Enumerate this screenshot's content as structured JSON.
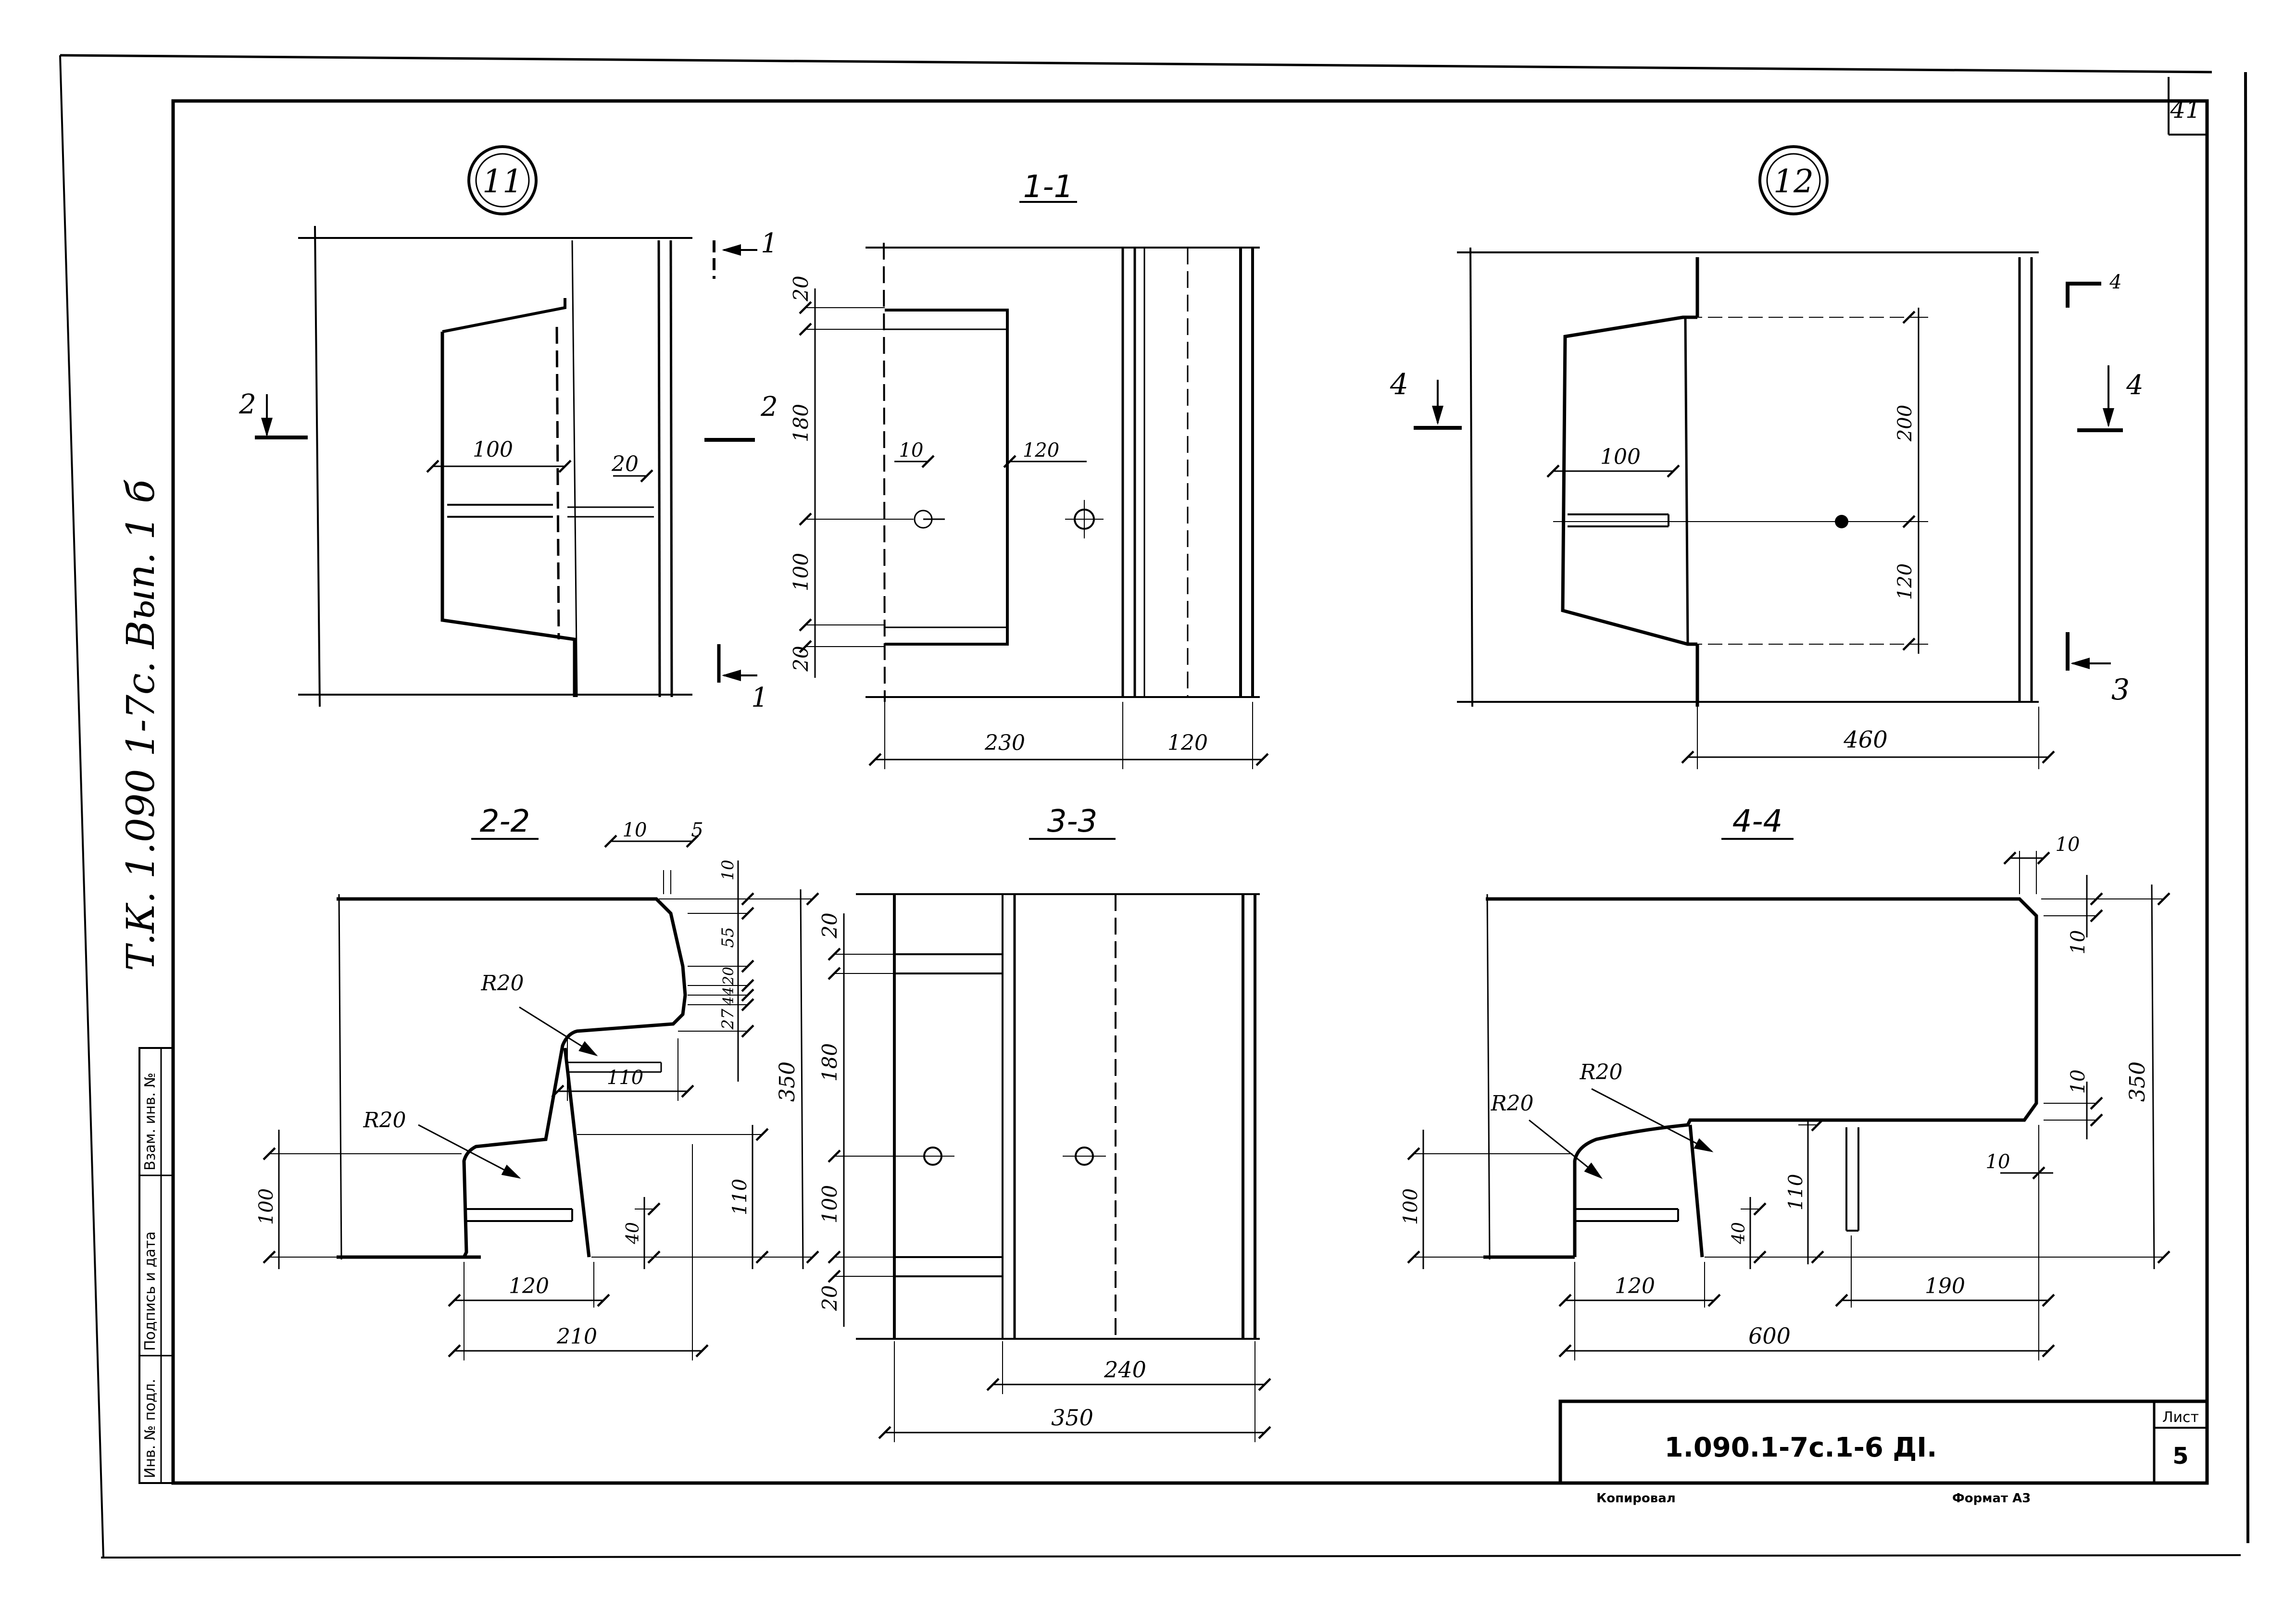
{
  "sheet": {
    "corner_number": "41",
    "side_code": "Т.К. 1.090 1-7с. Вып. 1 б",
    "designation": "1.090.1-7с.1-6 ДI.",
    "sheet_label": "Лист",
    "sheet_number": "5",
    "copied_label": "Копировал",
    "format_label": "Формат А3"
  },
  "stamp_columns": [
    "Инв. № подл.",
    "Подпись и дата",
    "Взам. инв. №"
  ],
  "views": {
    "node11": {
      "marker": "11",
      "dims": [
        "100",
        "20"
      ],
      "cuts": [
        "1",
        "1",
        "2"
      ]
    },
    "node12": {
      "marker": "12",
      "dims": [
        "100",
        "200",
        "120",
        "460"
      ],
      "cuts": [
        "4",
        "4",
        "3",
        "4"
      ]
    },
    "sec11": {
      "title": "1-1",
      "dims": [
        "20",
        "180",
        "100",
        "20",
        "10",
        "120",
        "230",
        "120"
      ],
      "cut": "2"
    },
    "sec22": {
      "title": "2-2",
      "dims": [
        "10",
        "5",
        "10",
        "55",
        "20",
        "4",
        "4",
        "27",
        "350",
        "110",
        "110",
        "40",
        "100",
        "120",
        "210"
      ],
      "radii": [
        "R20",
        "R20"
      ]
    },
    "sec33": {
      "title": "3-3",
      "dims": [
        "20",
        "180",
        "100",
        "20",
        "240",
        "350"
      ]
    },
    "sec44": {
      "title": "4-4",
      "dims": [
        "10",
        "10",
        "350",
        "10",
        "10",
        "110",
        "40",
        "100",
        "120",
        "190",
        "600"
      ],
      "radii": [
        "R20",
        "R20"
      ]
    }
  }
}
